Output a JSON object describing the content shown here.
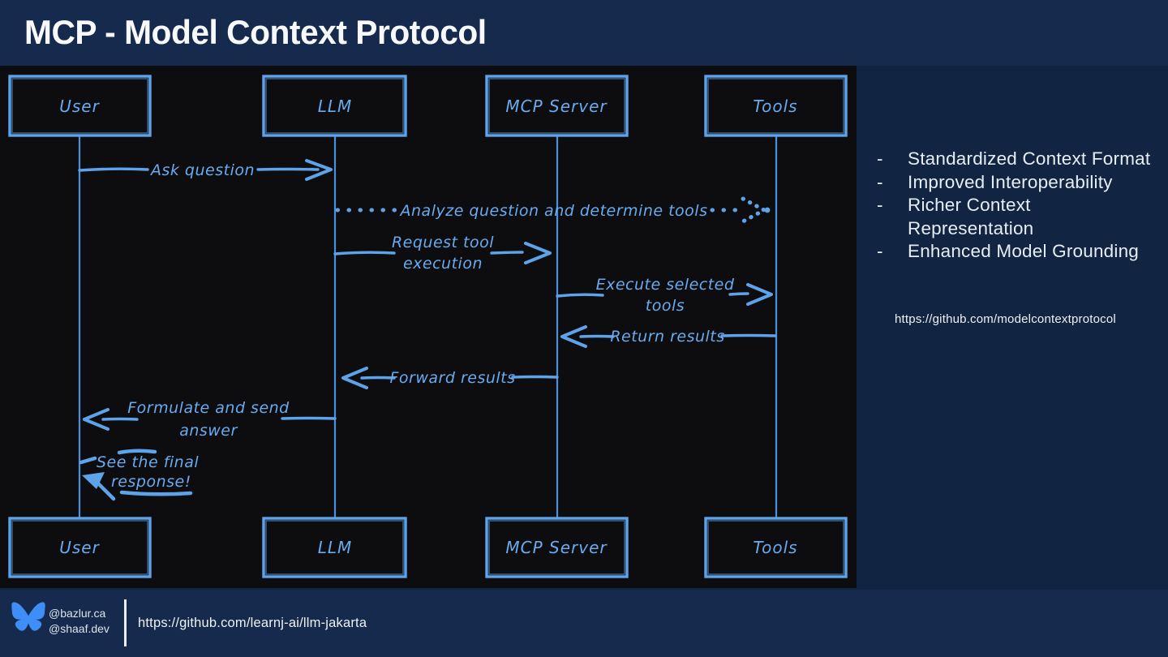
{
  "header": {
    "title": "MCP - Model Context Protocol"
  },
  "colors": {
    "background_navy": "#112441",
    "header_navy": "#152a4c",
    "canvas_black": "#0d0d0f",
    "diagram_blue": "#5ea3ea",
    "bluesky_blue": "#3f8df6",
    "text_light": "#e7edf4"
  },
  "diagram": {
    "actors": [
      "User",
      "LLM",
      "MCP Server",
      "Tools"
    ],
    "messages": {
      "ask_question": "Ask question",
      "analyze": "Analyze question and determine tools",
      "request_tool": [
        "Request tool",
        "execution"
      ],
      "execute_tools": [
        "Execute selected",
        "tools"
      ],
      "return_results": "Return results",
      "forward_results": "Forward results",
      "formulate": [
        "Formulate and send",
        "answer"
      ],
      "final_note": [
        "See the final",
        "response!"
      ]
    }
  },
  "sidebar": {
    "bullets": [
      {
        "dash": "-",
        "text": "Standardized Context Format"
      },
      {
        "dash": "-",
        "text": "Improved Interoperability"
      },
      {
        "dash": "-",
        "text": "Richer Context Representation"
      },
      {
        "dash": "-",
        "text": "Enhanced Model Grounding"
      }
    ],
    "link": "https://github.com/modelcontextprotocol"
  },
  "footer": {
    "handles": [
      "@bazlur.ca",
      "@shaaf.dev"
    ],
    "repo_link": "https://github.com/learnj-ai/llm-jakarta",
    "logo": "bluesky-butterfly-logo"
  }
}
